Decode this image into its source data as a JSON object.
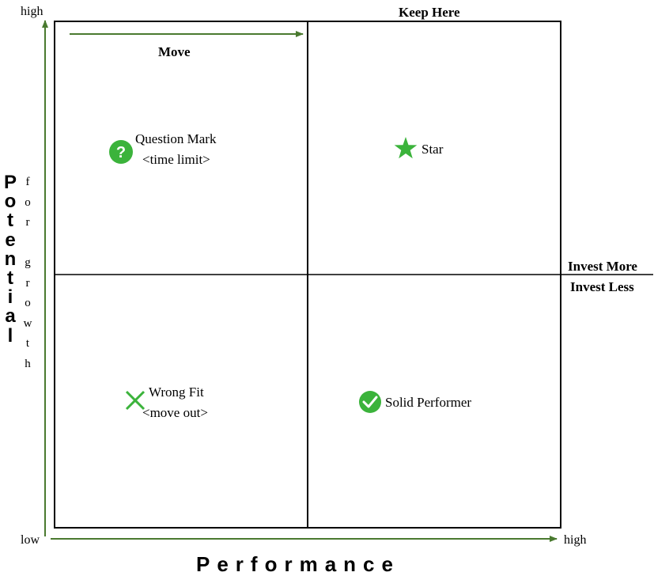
{
  "y_axis": {
    "high": "high",
    "low": "low",
    "title_main": "Potential",
    "title_sub": "for growth"
  },
  "x_axis": {
    "high": "high",
    "title": "Performance"
  },
  "annotations": {
    "top_right": "Keep Here",
    "move": "Move",
    "invest_more": "Invest More",
    "invest_less": "Invest Less"
  },
  "quadrants": {
    "top_left": {
      "name": "Question Mark",
      "note": "<time limit>",
      "icon": "question-icon"
    },
    "top_right": {
      "name": "Star",
      "icon": "star-icon"
    },
    "bottom_left": {
      "name": "Wrong Fit",
      "note": "<move out>",
      "icon": "x-icon"
    },
    "bottom_right": {
      "name": "Solid Performer",
      "icon": "check-icon"
    }
  },
  "colors": {
    "icon_green": "#3bb33b",
    "arrow_green": "#4a7a30",
    "grid": "#000000"
  }
}
